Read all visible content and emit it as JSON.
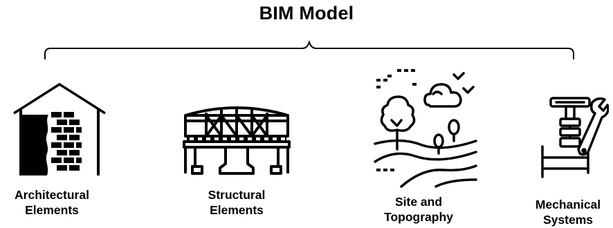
{
  "diagram": {
    "title": "BIM Model",
    "items": [
      {
        "icon": "house-icon",
        "line1": "Architectural",
        "line2": "Elements"
      },
      {
        "icon": "bridge-icon",
        "line1": "Structural",
        "line2": "Elements"
      },
      {
        "icon": "landscape-icon",
        "line1": "Site and",
        "line2": "Topography"
      },
      {
        "icon": "valve-wrench-icon",
        "line1": "Mechanical",
        "line2": "Systems"
      }
    ]
  }
}
